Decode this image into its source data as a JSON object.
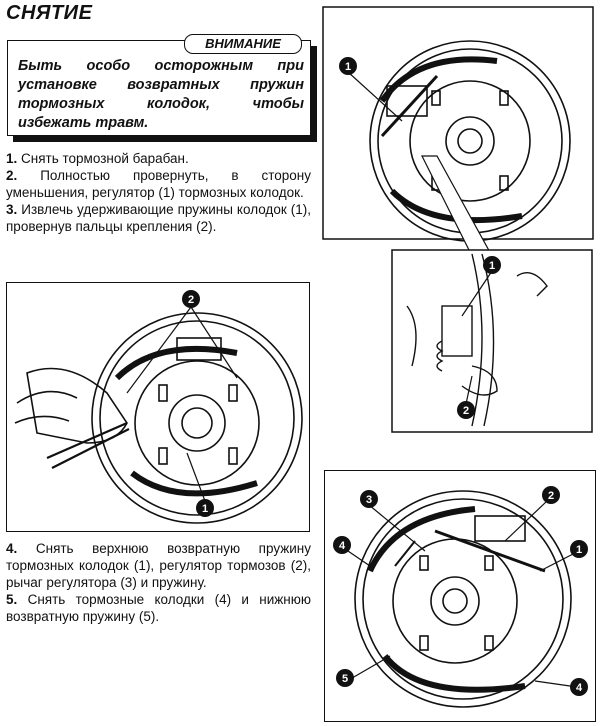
{
  "section_title": "СНЯТИЕ",
  "warning": {
    "tag": "ВНИМАНИЕ",
    "text": "Быть особо осторожным при установке возвратных пружин тормозных колодок, чтобы избежать травм."
  },
  "steps_top": [
    {
      "num": "1.",
      "text": "Снять тормозной барабан."
    },
    {
      "num": "2.",
      "text": "Полностью провернуть, в сторону уменьшения, регулятор (1) тормозных колодок."
    },
    {
      "num": "3.",
      "text": "Извлечь удерживающие пружины колодок (1), провернув пальцы крепления (2)."
    }
  ],
  "steps_bottom": [
    {
      "num": "4.",
      "text": "Снять верхнюю возвратную пружину тормозных колодок (1), регулятор тормозов (2), рычаг регулятора (3) и пружину."
    },
    {
      "num": "5.",
      "text": "Снять тормозные колодки (4) и нижнюю возвратную пружину (5)."
    }
  ],
  "figures": {
    "fig_a": {
      "callouts": [
        "2",
        "1"
      ]
    },
    "fig_b": {
      "callouts": [
        "1",
        "1",
        "2"
      ]
    },
    "fig_c": {
      "callouts": [
        "3",
        "2",
        "4",
        "1",
        "5",
        "4"
      ]
    }
  }
}
